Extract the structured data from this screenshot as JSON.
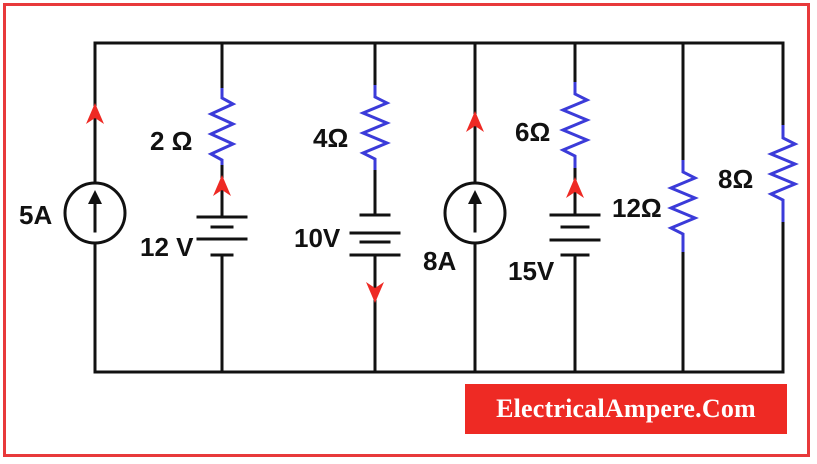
{
  "colors": {
    "wire": "#111111",
    "resistor": "#3b3bd9",
    "arrow": "#ee2a24",
    "frame": "#e8393b",
    "brand_bg": "#ee2a24",
    "brand_text": "#ffffff"
  },
  "sources": {
    "current_5a": "5A",
    "current_8a": "8A",
    "battery_12v": "12 V",
    "battery_10v": "10V",
    "battery_15v": "15V"
  },
  "resistors": {
    "r_2": "2 Ω",
    "r_4": "4Ω",
    "r_6": "6Ω",
    "r_12": "12Ω",
    "r_8": "8Ω"
  },
  "brand": "ElectricalAmpere.Com"
}
